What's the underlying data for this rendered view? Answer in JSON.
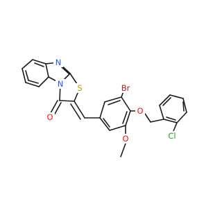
{
  "atoms": {
    "N_ring": {
      "text": "N",
      "color": "#3050f8"
    },
    "N_fused": {
      "text": "N",
      "color": "#3050f8"
    },
    "S": {
      "text": "S",
      "color": "#b8a400"
    },
    "O_carbonyl": {
      "text": "O",
      "color": "#ff0d0d"
    },
    "Br": {
      "text": "Br",
      "color": "#a62929"
    },
    "O_ether": {
      "text": "O",
      "color": "#ff0d0d"
    },
    "O_methoxy": {
      "text": "O",
      "color": "#ff0d0d"
    },
    "Cl": {
      "text": "Cl",
      "color": "#1fa01f"
    }
  }
}
